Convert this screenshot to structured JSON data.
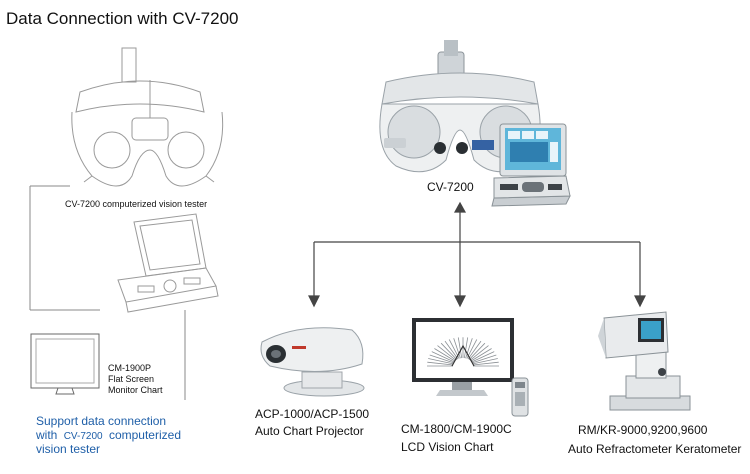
{
  "title": "Data Connection with CV-7200",
  "central_device": {
    "label": "CV-7200"
  },
  "left_panel": {
    "vision_tester_label": "CV-7200 computerized vision tester",
    "monitor_lines": [
      "CM-1900P",
      "Flat Screen",
      "Monitor Chart"
    ],
    "support_text": {
      "line1": "Support data connection",
      "line2_prefix": "with",
      "line2_model": "CV-7200",
      "line2_suffix": "computerized",
      "line3": "vision tester"
    }
  },
  "devices": [
    {
      "model": "ACP-1000/ACP-1500",
      "name": "Auto Chart Projector"
    },
    {
      "model": "CM-1800/CM-1900C",
      "name": "LCD Vision Chart"
    },
    {
      "model": "RM/KR-9000,9200,9600",
      "name": "Auto Refractometer Keratometer"
    }
  ],
  "colors": {
    "accent_blue": "#1f5fa8",
    "line": "#444444",
    "panel_screen": "#3aa0c8"
  }
}
